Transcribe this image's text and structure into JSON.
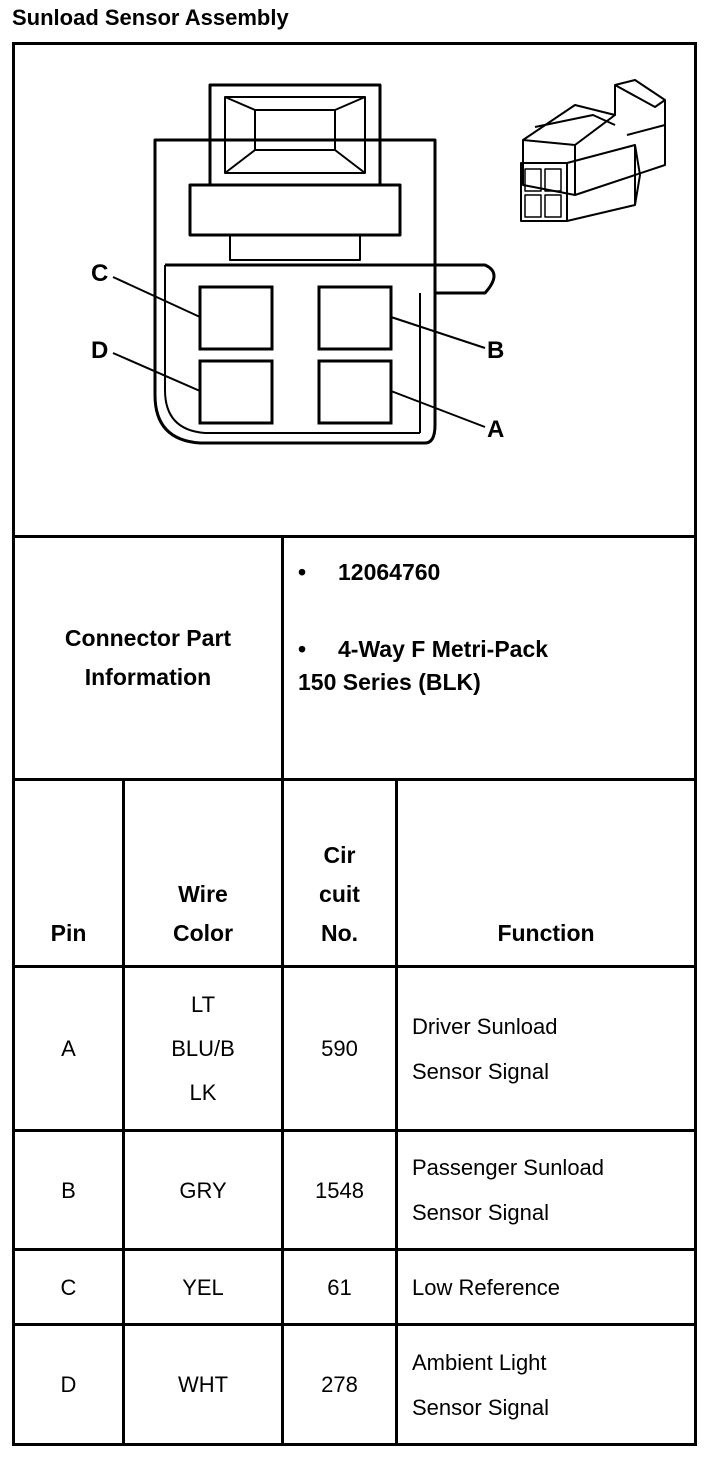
{
  "title": "Sunload Sensor Assembly",
  "diagram": {
    "pin_labels": {
      "a": "A",
      "b": "B",
      "c": "C",
      "d": "D"
    }
  },
  "connector": {
    "label_line1": "Connector Part",
    "label_line2": "Information",
    "bullet": "•",
    "part_number": "12064760",
    "description_line1": "4-Way F Metri-Pack",
    "description_line2": "150 Series (BLK)"
  },
  "table": {
    "headers": {
      "pin": "Pin",
      "wire_color_line1": "Wire",
      "wire_color_line2": "Color",
      "circuit_line1": "Cir",
      "circuit_line2": "cuit",
      "circuit_line3": "No.",
      "function": "Function"
    },
    "rows": [
      {
        "pin": "A",
        "color": [
          "LT",
          "BLU/B",
          "LK"
        ],
        "circuit": "590",
        "function": [
          "Driver Sunload",
          "Sensor Signal"
        ]
      },
      {
        "pin": "B",
        "color": [
          "GRY"
        ],
        "circuit": "1548",
        "function": [
          "Passenger Sunload",
          "Sensor Signal"
        ]
      },
      {
        "pin": "C",
        "color": [
          "YEL"
        ],
        "circuit": "61",
        "function": [
          "Low Reference"
        ]
      },
      {
        "pin": "D",
        "color": [
          "WHT"
        ],
        "circuit": "278",
        "function": [
          "Ambient Light",
          "Sensor Signal"
        ]
      }
    ]
  }
}
